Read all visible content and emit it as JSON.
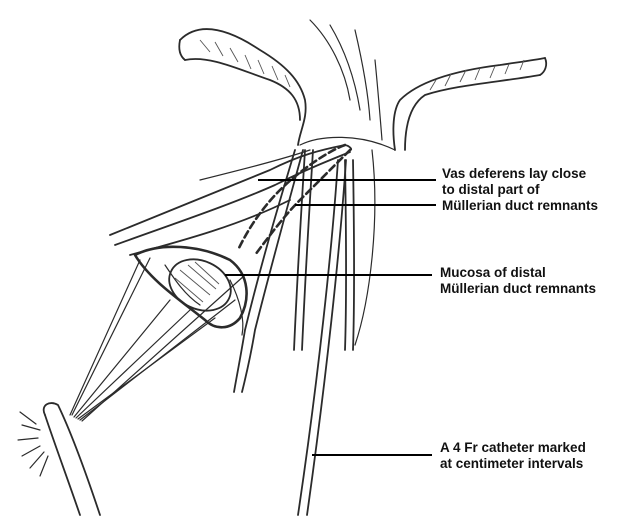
{
  "labels": {
    "vas_deferens": {
      "line1": "Vas deferens lay close",
      "line2": "to distal part of",
      "line3": "Müllerian duct remnants"
    },
    "mucosa": {
      "line1": "Mucosa of distal",
      "line2": "Müllerian duct remnants"
    },
    "catheter": {
      "line1": "A 4 Fr catheter marked",
      "line2": "at centimeter intervals"
    }
  },
  "colors": {
    "ink": "#2b2b2b",
    "leader": "#000000",
    "background": "#ffffff"
  }
}
